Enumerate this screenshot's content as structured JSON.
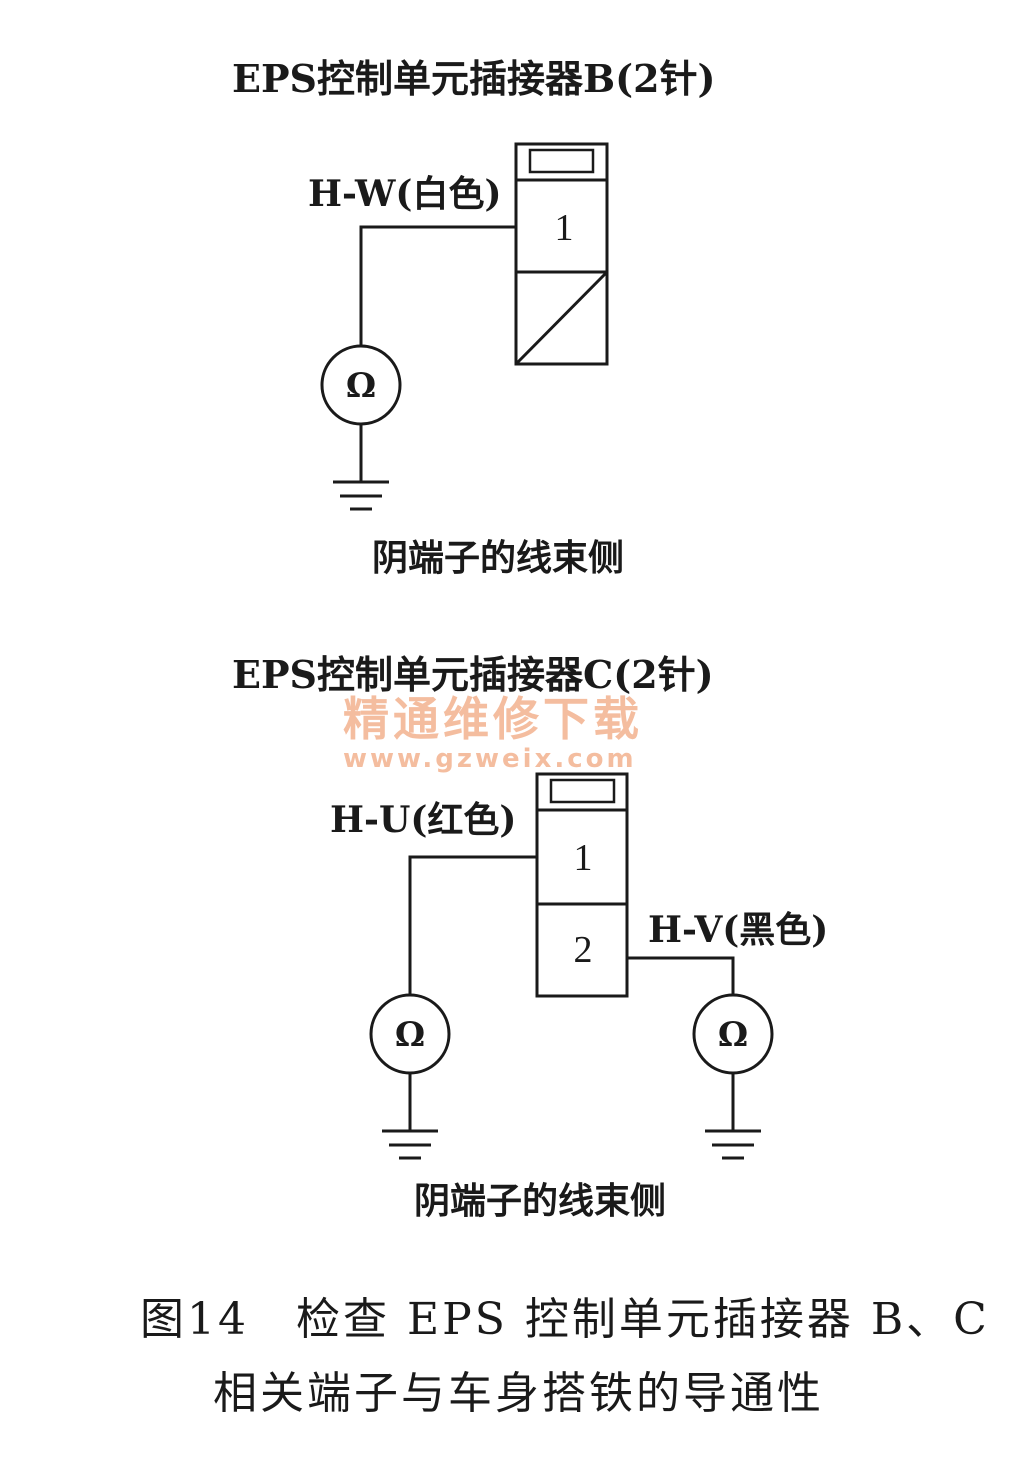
{
  "diagram_b": {
    "title": "EPS控制单元插接器B(2针)",
    "wire_label": "H-W(白色)",
    "pin1": "1",
    "meter_symbol": "Ω",
    "side_label": "阴端子的线束侧"
  },
  "diagram_c": {
    "title": "EPS控制单元插接器C(2针)",
    "wire1_label": "H-U(红色)",
    "wire2_label": "H-V(黑色)",
    "pin1": "1",
    "pin2": "2",
    "meter_symbol": "Ω",
    "side_label": "阴端子的线束侧"
  },
  "watermark": {
    "line1": "精通维修下载",
    "line2": "www.gzweix.com"
  },
  "caption": {
    "line1": "图14　检查 EPS 控制单元插接器 B、C",
    "line2": "相关端子与车身搭铁的导通性"
  }
}
